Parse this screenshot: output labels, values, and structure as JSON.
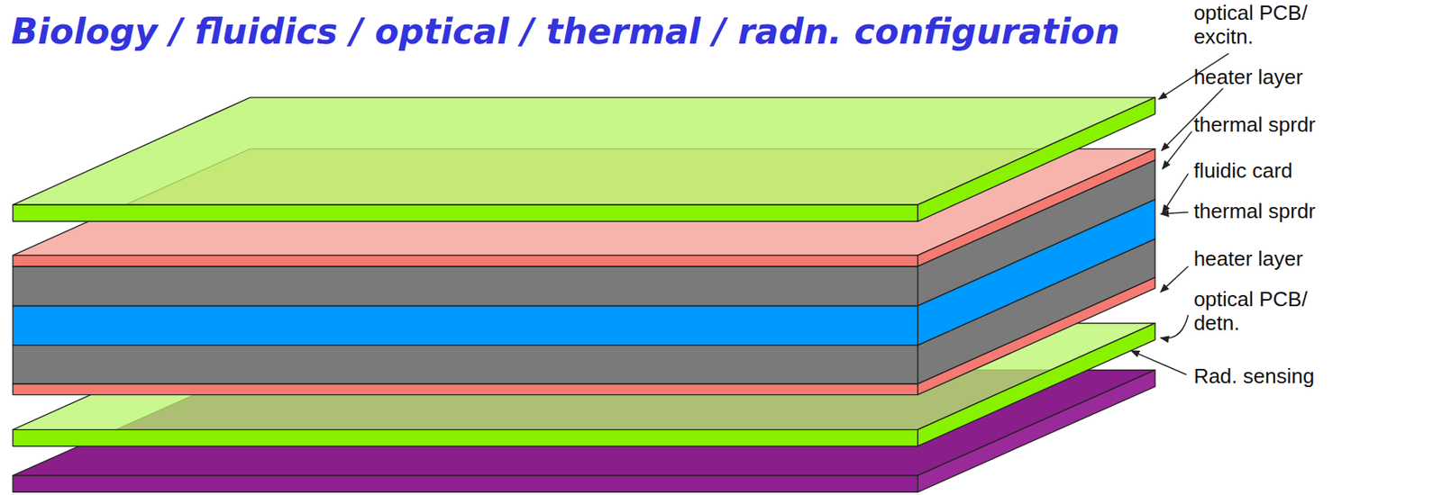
{
  "diagram": {
    "title": "Biology / fluidics / optical / thermal / radn. configuration",
    "labels": [
      "optical PCB/ excitn.",
      "heater layer",
      "thermal sprdr",
      "fluidic card",
      "thermal sprdr",
      "heater layer",
      "optical PCB/ detn.",
      "Rad. sensing"
    ]
  }
}
